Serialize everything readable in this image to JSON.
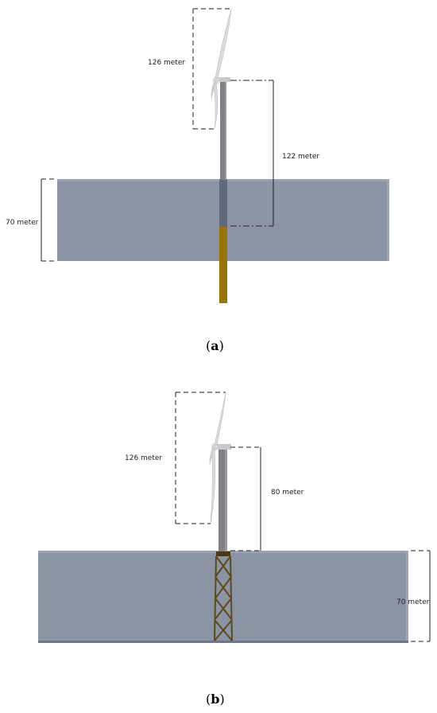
{
  "panel_a": {
    "caption_letter": "a",
    "rotor_label": "126 meter",
    "hub_height_label": "122 meter",
    "water_depth_label": "70 meter",
    "colors": {
      "water": "#8a94a4",
      "monopile": "#9a7408",
      "tower": "#808086",
      "submerged_tower": "#5f6a80"
    }
  },
  "panel_b": {
    "caption_letter": "b",
    "rotor_label": "126 meter",
    "hub_height_label": "80 meter",
    "water_depth_label": "70 meter",
    "colors": {
      "water": "#8a94a4",
      "jacket": "#5d4a1a",
      "tower": "#808086"
    }
  }
}
